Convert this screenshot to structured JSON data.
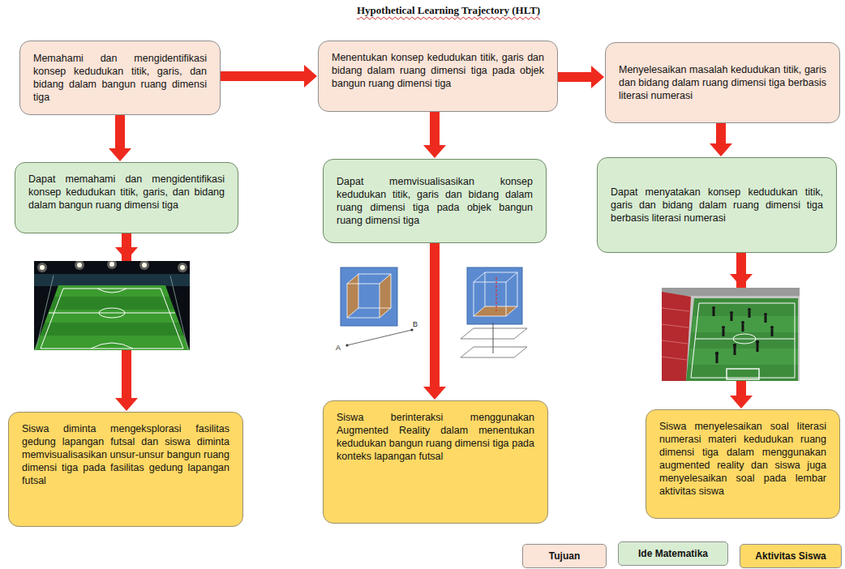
{
  "diagram": {
    "title": "Hypothetical Learning Trajectory (HLT)",
    "nodes": [
      {
        "text": [
          "Memahami dan mengidentifikasi konsep kedudukan titik, garis, dan bidang dalam bangun ruang dimensi tiga"
        ]
      },
      {
        "text": [
          "Dapat memahami dan mengidentifikasi konsep kedudukan titik, garis, dan bidang dalam bangun ruang dimensi tiga"
        ]
      },
      {
        "text": [
          "Siswa diminta mengeksplorasi fasilitas gedung lapangan futsal dan siswa diminta memvisualisasikan unsur-unsur bangun ruang dimensi tiga pada fasilitas gedung lapangan futsal"
        ]
      },
      {
        "text": [
          "Menentukan konsep kedudukan titik, garis dan bidang dalam ruang dimensi tiga pada objek bangun ruang dimensi tiga"
        ]
      },
      {
        "text": [
          "Dapat memvisualisasikan konsep kedudukan titik, garis dan bidang dalam ruang dimensi tiga pada objek bangun ruang dimensi tiga"
        ]
      },
      {
        "text": [
          "Siswa berinteraksi menggunakan Augmented Reality dalam menentukan kedudukan bangun ruang dimensi tiga pada konteks lapangan futsal"
        ]
      },
      {
        "text": [
          "Menyelesaikan masalah kedudukan titik, garis dan bidang dalam ruang dimensi tiga berbasis literasi numerasi"
        ]
      },
      {
        "text": [
          "Dapat menyatakan konsep kedudukan titik, garis dan bidang dalam ruang dimensi tiga berbasis literasi numerasi"
        ]
      },
      {
        "text": [
          "Siswa menyelesaikan soal literasi numerasi materi kedudukan ruang dimensi tiga dalam menggunakan augmented reality dan siswa juga menyelesaikan soal pada lembar aktivitas siswa"
        ]
      }
    ],
    "edges": [
      {
        "from": 0,
        "to": 1,
        "arrow": "to"
      },
      {
        "from": 1,
        "to": 2,
        "arrow": "to"
      },
      {
        "from": 0,
        "to": 3,
        "arrow": "to"
      },
      {
        "from": 3,
        "to": 4,
        "arrow": "to"
      },
      {
        "from": 4,
        "to": 5,
        "arrow": "to"
      },
      {
        "from": 3,
        "to": 6,
        "arrow": "to"
      },
      {
        "from": 6,
        "to": 7,
        "arrow": "to"
      },
      {
        "from": 7,
        "to": 8,
        "arrow": "to"
      }
    ],
    "labels": [
      "A",
      "B"
    ],
    "legend": [
      {
        "text": "Tujuan",
        "color": "#fbe4d8"
      },
      {
        "text": "Ide Matematika",
        "color": "#d8ecd2"
      },
      {
        "text": "Aktivitas Siswa",
        "color": "#ffd966"
      }
    ]
  }
}
